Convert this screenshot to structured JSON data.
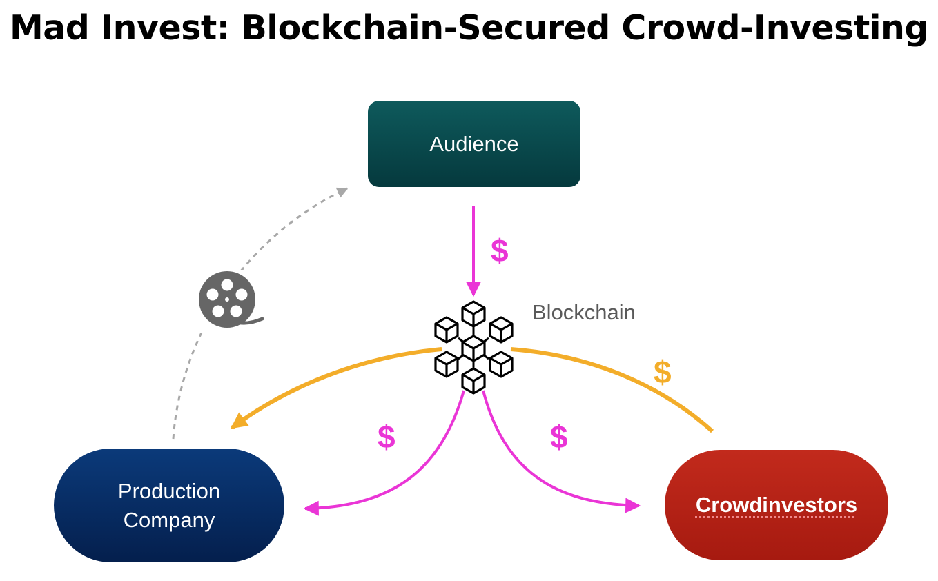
{
  "title": "Mad Invest: Blockchain-Secured Crowd-Investing",
  "nodes": {
    "audience": "Audience",
    "production_line1": "Production",
    "production_line2": "Company",
    "crowdinvestors": "Crowdinvestors",
    "blockchain": "Blockchain"
  },
  "flow_labels": {
    "audience_to_chain": "$",
    "chain_to_production": "$",
    "chain_to_crowd": "$",
    "crowd_to_chain": "$"
  },
  "icons": [
    "film-reel-icon",
    "blockchain-cubes-icon"
  ],
  "colors": {
    "pink": "#ea35d6",
    "orange": "#f3ad2a",
    "gray_dashed": "#a8a8a8",
    "audience_box": "#0e5a5c",
    "production_box": "#0b3a7a",
    "crowd_box": "#c22a1c"
  }
}
